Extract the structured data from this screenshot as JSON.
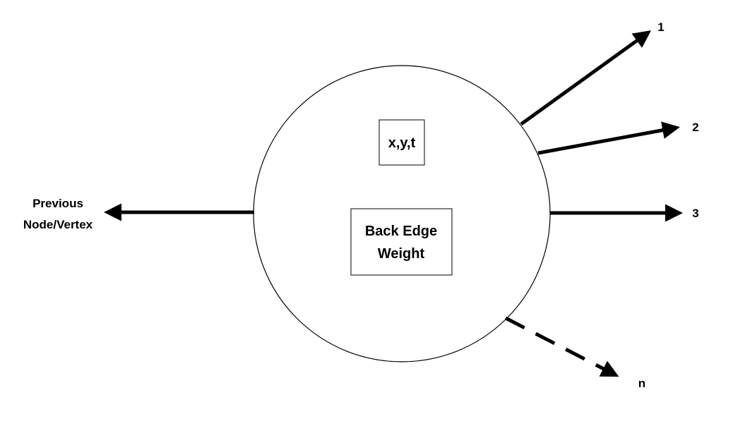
{
  "node": {
    "coords_label": "x,y,t",
    "weight_label_line1": "Back Edge",
    "weight_label_line2": "Weight"
  },
  "incoming": {
    "label_line1": "Previous",
    "label_line2": "Node/Vertex"
  },
  "outgoing": [
    {
      "label": "1",
      "style": "solid"
    },
    {
      "label": "2",
      "style": "solid"
    },
    {
      "label": "3",
      "style": "solid"
    },
    {
      "label": "n",
      "style": "dashed"
    }
  ],
  "colors": {
    "stroke": "#000000",
    "background": "#ffffff"
  }
}
